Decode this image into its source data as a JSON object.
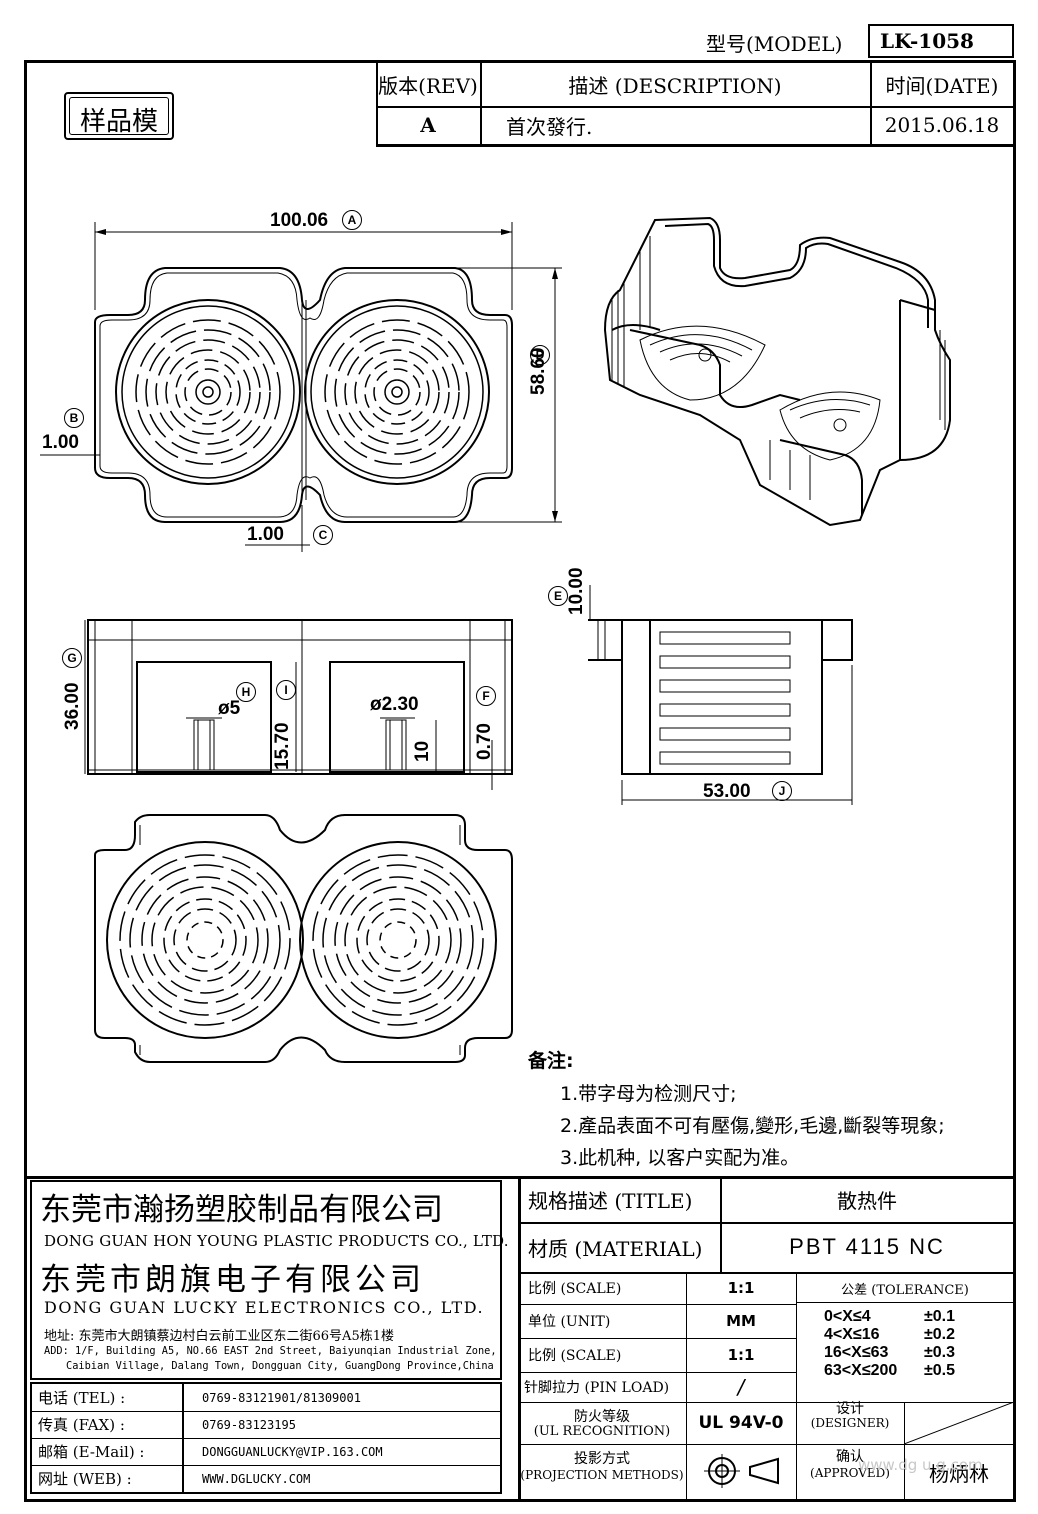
{
  "header": {
    "model_label": "型号(MODEL)",
    "model_value": "LK-1058",
    "sample_stamp": "样品模",
    "rev_label": "版本(REV)",
    "desc_label": "描述 (DESCRIPTION)",
    "date_label": "时间(DATE)",
    "rev_value": "A",
    "desc_value": "首次發行.",
    "date_value": "2015.06.18"
  },
  "dimensions": {
    "width": "100.06",
    "width_tag": "A",
    "height": "58.60",
    "height_tag": "D",
    "wall_b": "1.00",
    "wall_b_tag": "B",
    "wall_c": "1.00",
    "wall_c_tag": "C",
    "total_h": "36.00",
    "total_h_tag": "G",
    "hole_d1": "ø5",
    "hole_d1_tag": "H",
    "inner_h": "15.70",
    "inner_h_tag": "I",
    "hole_d2": "ø2.30",
    "post_h": "10",
    "base_t": "0.70",
    "base_t_tag": "F",
    "flange": "10.00",
    "flange_tag": "E",
    "depth": "53.00",
    "depth_tag": "J"
  },
  "notes": {
    "title": "备注:",
    "items": [
      "1.带字母为检测尺寸;",
      "2.產品表面不可有壓傷,變形,毛邊,斷裂等現象;",
      "3.此机种, 以客户实配为准。"
    ]
  },
  "company": {
    "name_cn_1": "东莞市瀚扬塑胶制品有限公司",
    "name_en_1": "DONG GUAN HON YOUNG PLASTIC PRODUCTS CO., LTD.",
    "name_cn_2": "东莞市朗旗电子有限公司",
    "name_en_2": "DONG GUAN LUCKY ELECTRONICS CO., LTD.",
    "address_cn": "地址: 东莞市大朗镇蔡边村白云前工业区东二街66号A5栋1楼",
    "address_en_1": "ADD: 1/F, Building A5, NO.66 EAST 2nd Street, Baiyunqian Industrial Zone,",
    "address_en_2": "Caibian Village, Dalang Town, Dongguan City, GuangDong Province,China",
    "contacts": [
      {
        "label": "电话 (TEL) :",
        "value": "0769-83121901/81309001"
      },
      {
        "label": "传真 (FAX) :",
        "value": "0769-83123195"
      },
      {
        "label": "邮箱 (E-Mail) :",
        "value": "DONGGUANLUCKY@VIP.163.COM"
      },
      {
        "label": "网址 (WEB) :",
        "value": "WWW.DGLUCKY.COM"
      }
    ]
  },
  "spec": {
    "title_label": "规格描述 (TITLE)",
    "title_value": "散热件",
    "material_label": "材质 (MATERIAL)",
    "material_value": "PBT 4115 NC",
    "rows": [
      {
        "label": "比例 (SCALE)",
        "value": "1:1"
      },
      {
        "label": "单位 (UNIT)",
        "value": "MM"
      },
      {
        "label": "比例 (SCALE)",
        "value": "1:1"
      },
      {
        "label": "针脚拉力 (PIN LOAD)",
        "value": "/"
      }
    ],
    "ul_label_1": "防火等级",
    "ul_label_2": "(UL RECOGNITION)",
    "ul_value": "UL 94V-0",
    "proj_label_1": "投影方式",
    "proj_label_2": "(PROJECTION METHODS)",
    "tolerance_label": "公差 (TOLERANCE)",
    "tolerances": [
      {
        "range": "0<X≤4",
        "value": "±0.1"
      },
      {
        "range": "4<X≤16",
        "value": "±0.2"
      },
      {
        "range": "16<X≤63",
        "value": "±0.3"
      },
      {
        "range": "63<X≤200",
        "value": "±0.5"
      }
    ],
    "designer_label_1": "设计",
    "designer_label_2": "(DESIGNER)",
    "approved_label_1": "确认",
    "approved_label_2": "(APPROVED)",
    "approved_value": "杨炳林",
    "watermark": "www.dg u g.com"
  }
}
